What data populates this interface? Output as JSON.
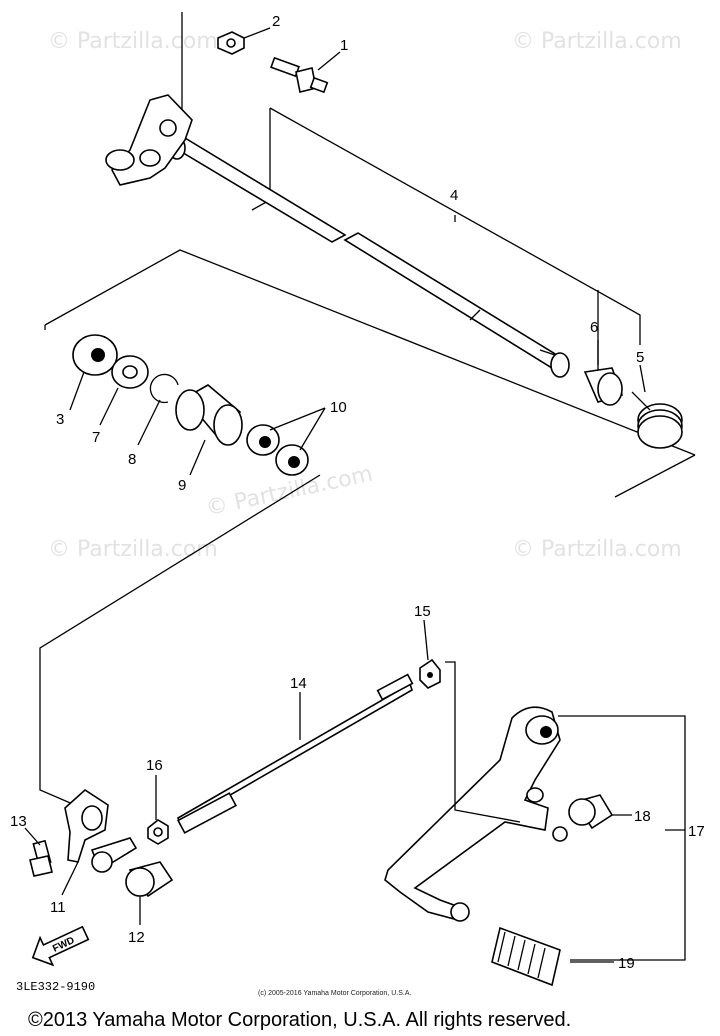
{
  "watermarks": [
    "© Partzilla.com",
    "© Partzilla.com",
    "© Partzilla.com",
    "© Partzilla.com",
    "© Partzilla.com"
  ],
  "part_labels": [
    "1",
    "2",
    "3",
    "4",
    "5",
    "6",
    "7",
    "8",
    "9",
    "10",
    "11",
    "12",
    "13",
    "14",
    "15",
    "16",
    "17",
    "18",
    "19"
  ],
  "diagram_code": "3LE332-9190",
  "small_copyright": "(c) 2005-2016 Yamaha Motor Corporation, U.S.A.",
  "footer_copyright": "©2013 Yamaha Motor Corporation, U.S.A. All rights reserved.",
  "direction_arrow": "FWD"
}
